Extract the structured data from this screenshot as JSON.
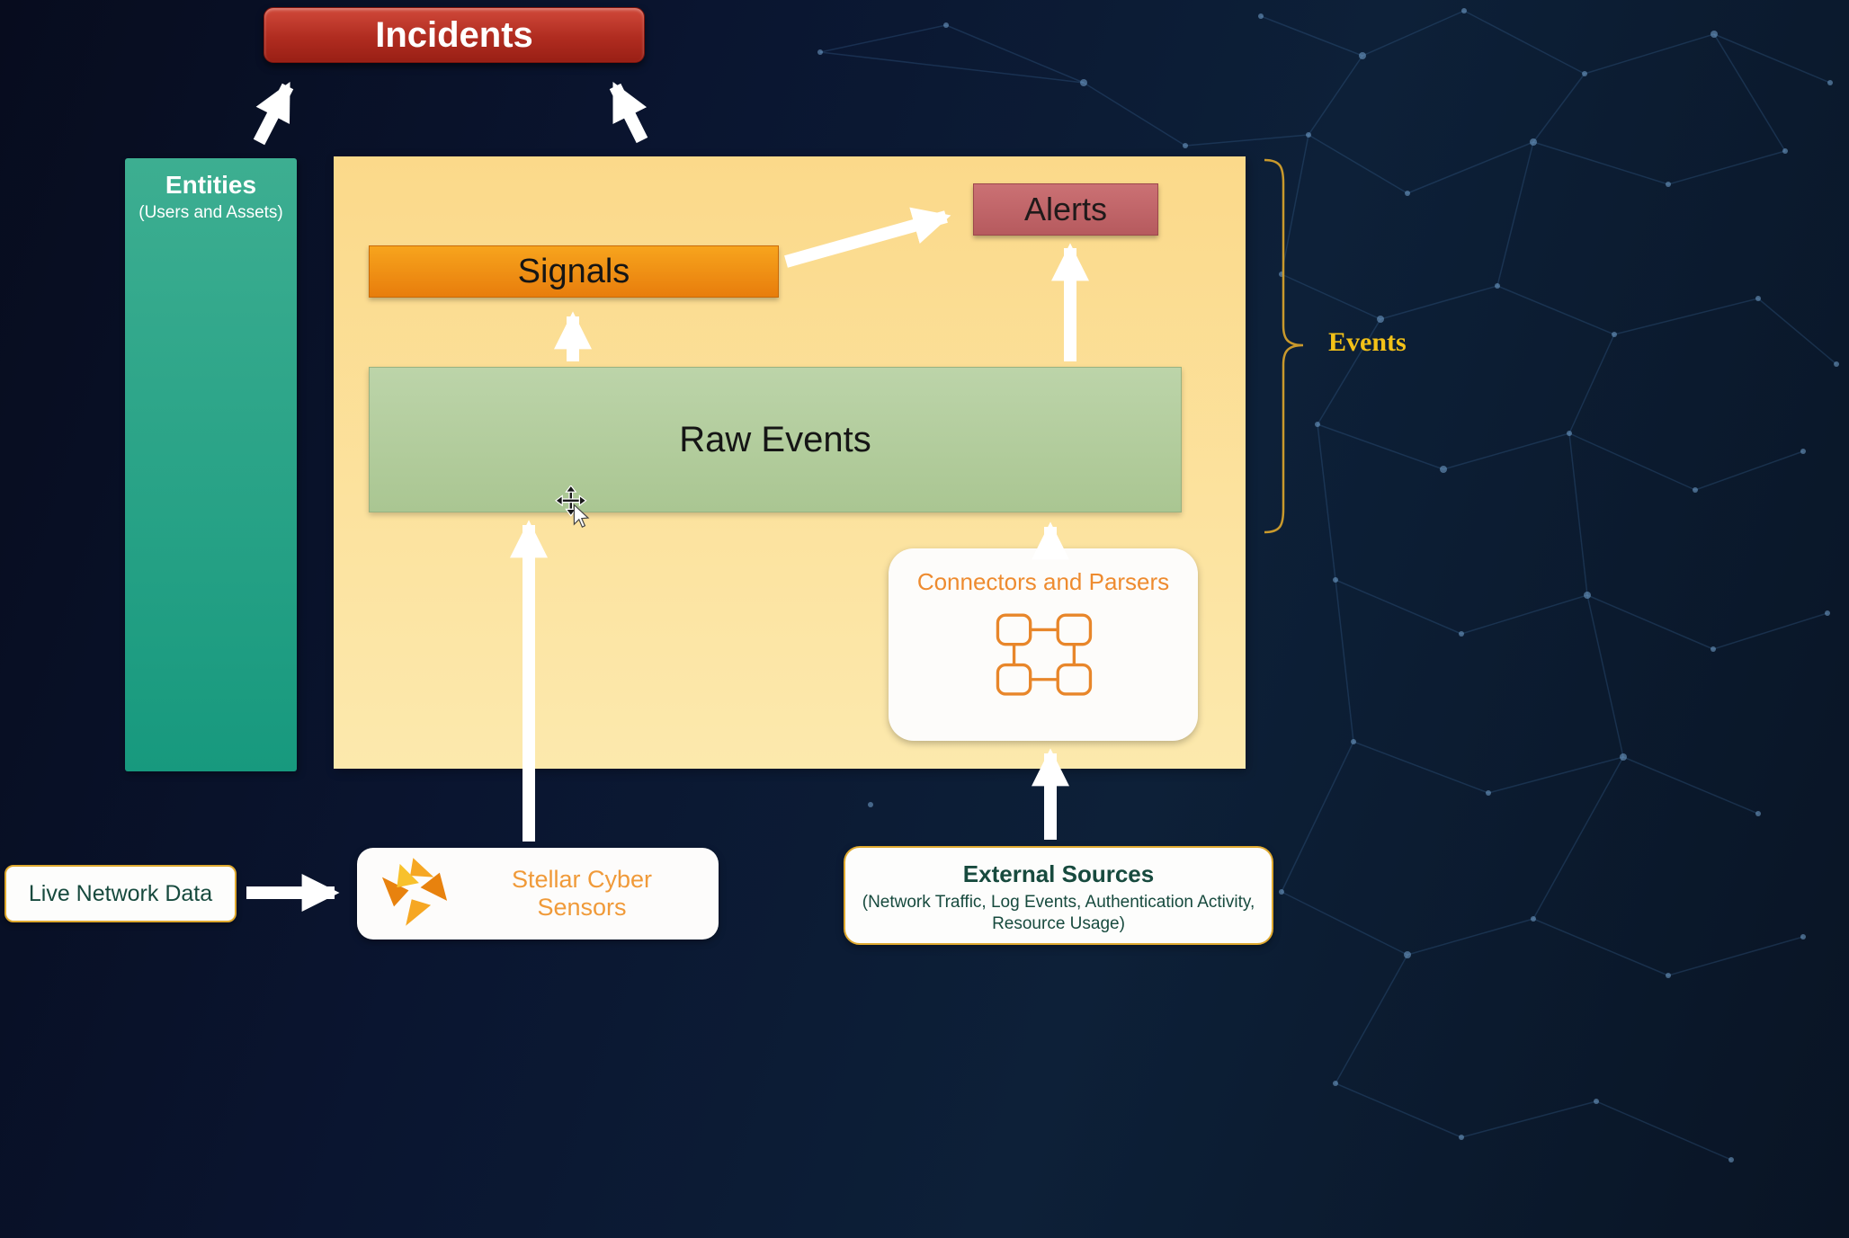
{
  "diagram": {
    "incidents": {
      "label": "Incidents"
    },
    "entities": {
      "title": "Entities",
      "subtitle": "(Users and Assets)"
    },
    "signals": {
      "label": "Signals"
    },
    "alerts": {
      "label": "Alerts"
    },
    "raw_events": {
      "label": "Raw Events"
    },
    "connectors": {
      "label": "Connectors and Parsers"
    },
    "events_group": {
      "brace_label": "Events"
    },
    "live_network_data": {
      "label": "Live Network Data"
    },
    "stellar_sensors": {
      "label": "Stellar Cyber Sensors"
    },
    "external_sources": {
      "title": "External Sources",
      "subtitle": "(Network Traffic, Log Events, Authentication Activity, Resource Usage)"
    }
  },
  "icons": {
    "connectors_icon": "network-nodes-icon",
    "stellar_logo": "stellar-cyber-logo-icon",
    "cursor": "move-cursor-icon"
  },
  "colors": {
    "incidents_bg1": "#d0493a",
    "incidents_bg2": "#991f15",
    "entities_bg1": "#3dae91",
    "entities_bg2": "#17997e",
    "panel_bg1": "#fbd98a",
    "panel_bg2": "#fce9ad",
    "signals_bg1": "#f7a41d",
    "signals_bg2": "#e87d0c",
    "alerts_bg1": "#cb7174",
    "alerts_bg2": "#b65a5e",
    "raw_bg1": "#bcd4a9",
    "raw_bg2": "#aac692",
    "orange_accent": "#ee8b2f",
    "gold_border": "#dfa92f",
    "teal_text": "#174a3e",
    "events_label": "#f2c118",
    "arrow": "#ffffff",
    "brace": "#c9992c"
  }
}
